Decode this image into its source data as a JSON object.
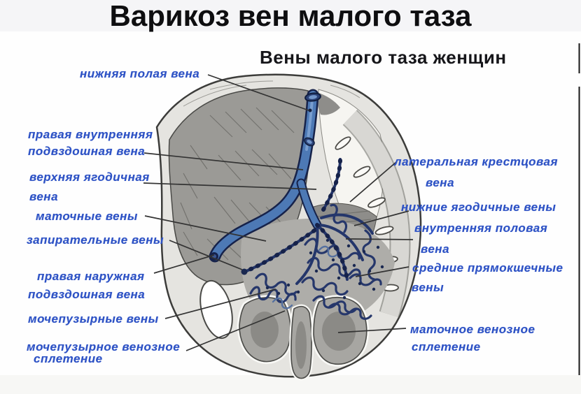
{
  "page": {
    "title": "Варикоз вен малого таза",
    "subtitle": "Вены малого таза женщин"
  },
  "labels": {
    "left": [
      {
        "id": "inferior-vena-cava",
        "lines": [
          "нижняя полая вена"
        ]
      },
      {
        "id": "right-internal-iliac-vein",
        "lines": [
          "правая внутренняя",
          "подвздошная вена"
        ]
      },
      {
        "id": "superior-gluteal-vein",
        "lines": [
          "верхняя ягодичная",
          "вена"
        ]
      },
      {
        "id": "uterine-veins",
        "lines": [
          "маточные вены"
        ]
      },
      {
        "id": "obturator-veins",
        "lines": [
          "запирательные вены"
        ]
      },
      {
        "id": "right-external-iliac-vein",
        "lines": [
          "правая наружная",
          "подвздошная вена"
        ]
      },
      {
        "id": "vesical-veins",
        "lines": [
          "мочепузырные вены"
        ]
      },
      {
        "id": "vesical-venous-plexus",
        "lines": [
          "мочепузырное венозное",
          "сплетение"
        ]
      }
    ],
    "right": [
      {
        "id": "lateral-sacral-vein",
        "lines": [
          "латеральная крестцовая",
          "вена"
        ]
      },
      {
        "id": "inferior-gluteal-veins",
        "lines": [
          "нижние ягодичные вены"
        ]
      },
      {
        "id": "internal-pudendal-vein",
        "lines": [
          "внутренняя половая",
          "вена"
        ]
      },
      {
        "id": "middle-rectal-veins",
        "lines": [
          "средние прямокшечные",
          "вены"
        ]
      },
      {
        "id": "uterine-venous-plexus",
        "lines": [
          "маточное венозное",
          "сплетение"
        ]
      }
    ]
  },
  "colors": {
    "label_blue": "#2d52c5",
    "vein_blue": "#4d79b5",
    "vein_dark": "#16224a",
    "plexus_navy": "#26376b",
    "muscle_gray": "#9b9a96",
    "bone_light": "#e5e4e0",
    "band_gray": "#f5f5f7"
  }
}
